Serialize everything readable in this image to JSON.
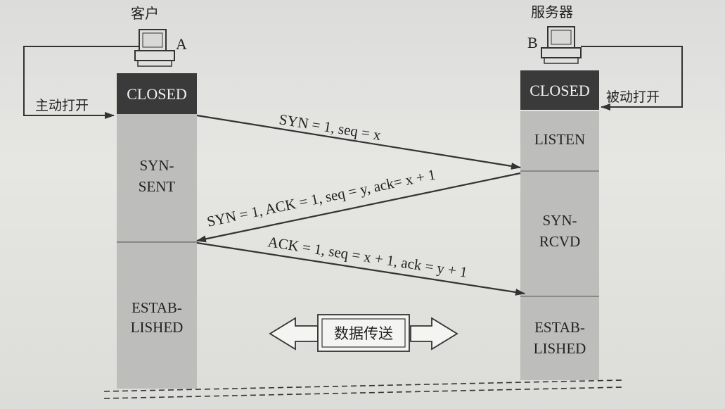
{
  "client": {
    "title": "客户",
    "host_letter": "A",
    "open_label": "主动打开",
    "states": [
      "CLOSED",
      "SYN-",
      "SENT",
      "ESTAB-",
      "LISHED"
    ]
  },
  "server": {
    "title": "服务器",
    "host_letter": "B",
    "open_label": "被动打开",
    "states": [
      "CLOSED",
      "LISTEN",
      "SYN-",
      "RCVD",
      "ESTAB-",
      "LISHED"
    ]
  },
  "messages": {
    "syn": "SYN = 1, seq = x",
    "syn_ack": "SYN = 1, ACK = 1, seq = y, ack= x + 1",
    "ack": "ACK = 1, seq = x + 1, ack = y + 1"
  },
  "data_transfer": "数据传送"
}
